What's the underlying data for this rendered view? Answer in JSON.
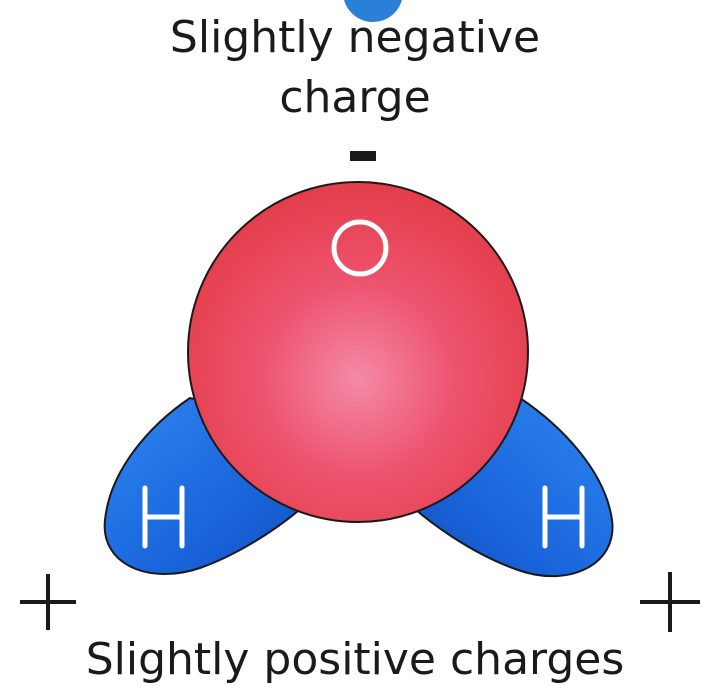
{
  "labels": {
    "negative_line1": "Slightly negative",
    "negative_line2": "charge",
    "positive": "Slightly positive charges"
  },
  "charge_symbols": {
    "negative": "-",
    "positive_left": "+",
    "positive_right": "+"
  },
  "atoms": {
    "oxygen": {
      "symbol": "O",
      "color": "#e8384f"
    },
    "hydrogen_left": {
      "symbol": "H",
      "color": "#1e6fe0"
    },
    "hydrogen_right": {
      "symbol": "H",
      "color": "#1e6fe0"
    }
  },
  "colors": {
    "accent_top_circle": "#2a7fd6",
    "outline": "#1a1a1a"
  }
}
